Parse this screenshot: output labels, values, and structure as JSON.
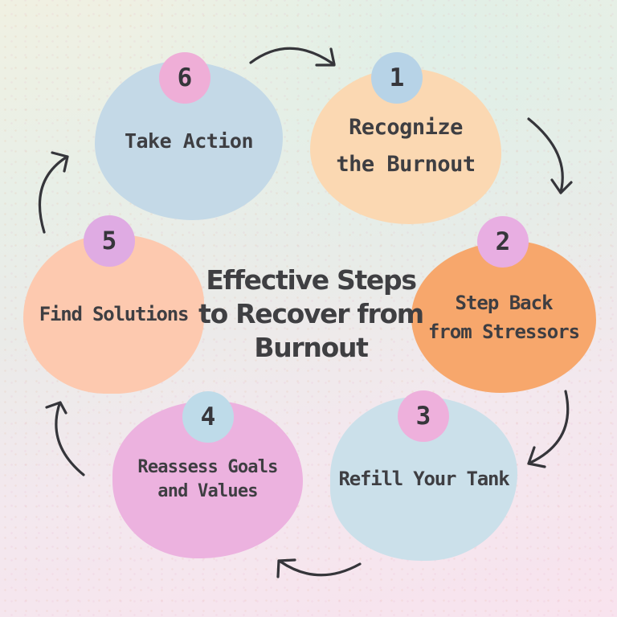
{
  "diagram": {
    "title_lines": [
      "Effective Steps",
      "to Recover from",
      "Burnout"
    ],
    "steps": [
      {
        "number": "1",
        "lines": [
          "Recognize",
          "the Burnout"
        ],
        "blob_color": "#fbd8b2",
        "badge_color": "#b7d3e7"
      },
      {
        "number": "2",
        "lines": [
          "Step Back",
          "from Stressors"
        ],
        "blob_color": "#f7a76c",
        "badge_color": "#e8aee2"
      },
      {
        "number": "3",
        "lines": [
          "Refill Your Tank"
        ],
        "blob_color": "#cbe0ea",
        "badge_color": "#eeb0dc"
      },
      {
        "number": "4",
        "lines": [
          "Reassess Goals",
          "and Values"
        ],
        "blob_color": "#ecb2df",
        "badge_color": "#bedbe9"
      },
      {
        "number": "5",
        "lines": [
          "Find Solutions"
        ],
        "blob_color": "#fdc9af",
        "badge_color": "#dfabe3"
      },
      {
        "number": "6",
        "lines": [
          "Take Action"
        ],
        "blob_color": "#c4d9e7",
        "badge_color": "#efaed7"
      }
    ],
    "colors": {
      "text": "#3e3e42",
      "arrow": "#35353a",
      "background_cream": "#f0f0e2",
      "background_mint": "#e3efe8",
      "background_pink": "#f8e3ee"
    }
  }
}
